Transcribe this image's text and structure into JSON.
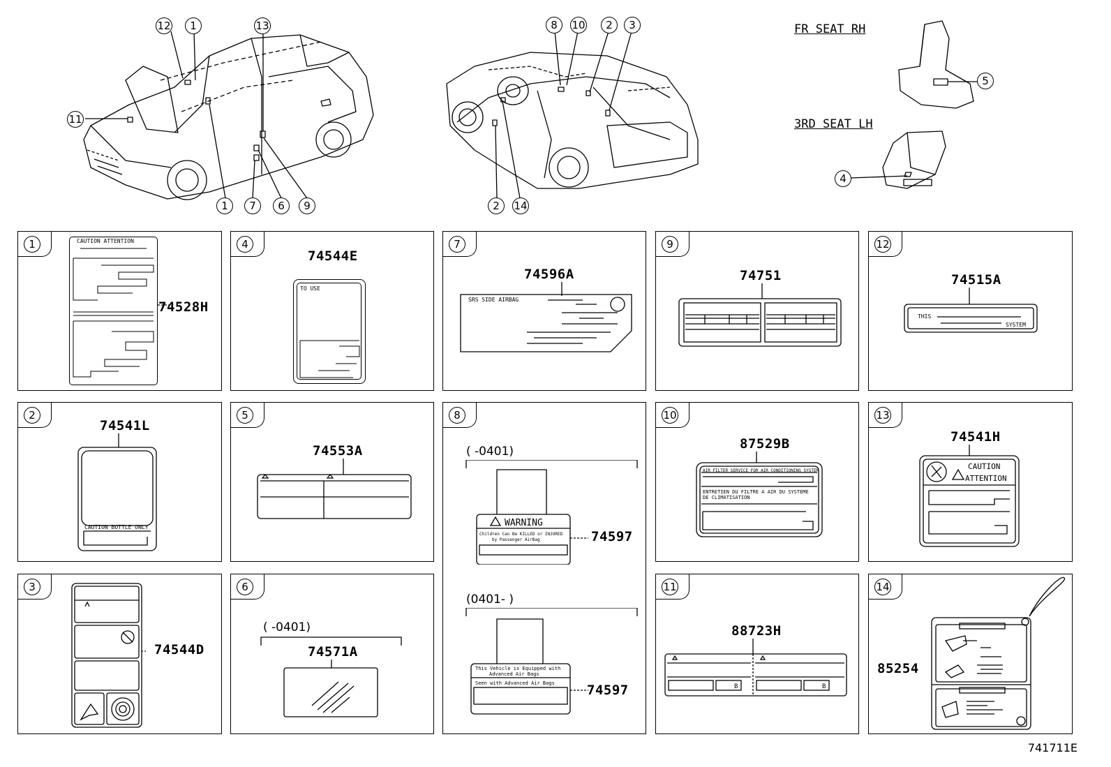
{
  "diagram_code": "741711E",
  "overview": {
    "seat_labels": {
      "fr_seat_rh": "FR SEAT RH",
      "third_seat_lh": "3RD SEAT LH"
    },
    "callouts": {
      "front_top": [
        "12",
        "1",
        "13"
      ],
      "front_side": [
        "11"
      ],
      "front_bottom": [
        "1",
        "7",
        "6",
        "9"
      ],
      "rear_top": [
        "8",
        "10",
        "2",
        "3"
      ],
      "rear_bottom": [
        "2",
        "14"
      ],
      "seat_rh": "5",
      "seat_lh": "4"
    }
  },
  "panels": [
    {
      "id": "p1",
      "index": "1",
      "part_number": "74528H",
      "label_text": "CAUTION ATTENTION"
    },
    {
      "id": "p4",
      "index": "4",
      "part_number": "74544E",
      "label_text": "TO USE"
    },
    {
      "id": "p7",
      "index": "7",
      "part_number": "74596A",
      "label_text": "SRS SIDE AIRBAG"
    },
    {
      "id": "p9",
      "index": "9",
      "part_number": "74751"
    },
    {
      "id": "p12",
      "index": "12",
      "part_number": "74515A",
      "label_text": "THIS",
      "label_text2": "SYSTEM"
    },
    {
      "id": "p2",
      "index": "2",
      "part_number": "74541L",
      "label_text": "CAUTION BOTTLE ONLY"
    },
    {
      "id": "p5",
      "index": "5",
      "part_number": "74553A"
    },
    {
      "id": "p8",
      "index": "8",
      "variants": [
        {
          "range": "(    -0401)",
          "part_number": "74597",
          "heading": "WARNING",
          "line1": "Children Can Be KILLED or INJURED",
          "line2": "by Passenger AirBag"
        },
        {
          "range": "(0401-     )",
          "part_number": "74597",
          "line1": "This Vehicle is Equipped with",
          "line2": "Advanced Air Bags",
          "line3": "Seen with Advanced Air Bags"
        }
      ]
    },
    {
      "id": "p10",
      "index": "10",
      "part_number": "87529B",
      "label_text": "AIR FILTER SERVICE FOR AIR CONDITIONING SYSTEM",
      "label_text2": "ENTRETIEN DU FILTRE A AIR DU SYSTEME",
      "label_text3": "DE CLIMATISATION"
    },
    {
      "id": "p13",
      "index": "13",
      "part_number": "74541H",
      "label_text": "CAUTION",
      "label_text2": "ATTENTION"
    },
    {
      "id": "p3",
      "index": "3",
      "part_number": "74544D"
    },
    {
      "id": "p6",
      "index": "6",
      "part_number": "74571A",
      "range": "(    -0401)"
    },
    {
      "id": "p11",
      "index": "11",
      "part_number": "88723H",
      "box_letter": "B"
    },
    {
      "id": "p14",
      "index": "14",
      "part_number": "85254"
    }
  ]
}
